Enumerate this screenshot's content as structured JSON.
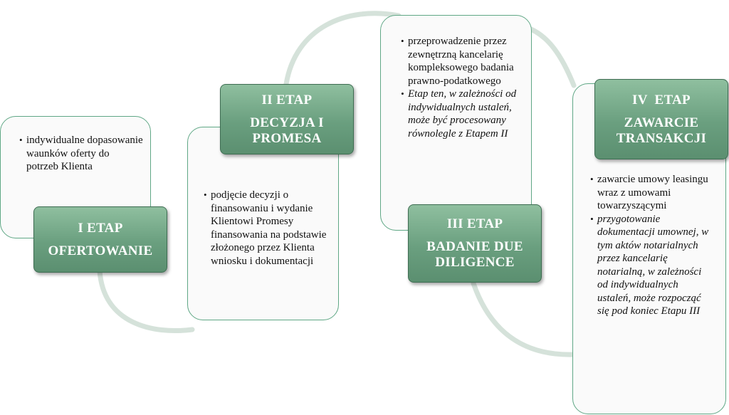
{
  "stages": [
    {
      "title": "I ETAP",
      "subtitle": [
        "OFERTOWANIE"
      ]
    },
    {
      "title": "II ETAP",
      "subtitle": [
        "DECYZJA I",
        "PROMESA"
      ]
    },
    {
      "title": "III ETAP",
      "subtitle": [
        "BADANIE DUE",
        "DILIGENCE"
      ]
    },
    {
      "title": "IV  ETAP",
      "subtitle": [
        "ZAWARCIE",
        "TRANSAKCJI"
      ]
    }
  ],
  "cards": [
    {
      "items": [
        {
          "text": "indywidualne dopasowanie waunków oferty do potrzeb Klienta",
          "italic": false
        }
      ]
    },
    {
      "items": [
        {
          "text": "podjęcie decyzji o finansowaniu i wydanie Klientowi Promesy finansowania na podstawie złożonego przez Klienta wniosku i dokumentacji",
          "italic": false
        }
      ]
    },
    {
      "items": [
        {
          "text": "przeprowadzenie przez zewnętrzną kancelarię kompleksowego badania prawno-podatkowego",
          "italic": false
        },
        {
          "text": "Etap ten, w zależności od indywidualnych ustaleń, może być procesowany równolegle z Etapem II",
          "italic": true
        }
      ]
    },
    {
      "items": [
        {
          "text": "zawarcie umowy leasingu wraz z umowami towarzyszącymi",
          "italic": false
        },
        {
          "text": "przygotowanie dokumentacji umownej, w tym aktów notarialnych przez kancelarię notarialną, w zależności od indywidualnych ustaleń, może rozpocząć się pod koniec Etapu III",
          "italic": true
        }
      ]
    }
  ],
  "colors": {
    "stage_fill": "#6a9f7f",
    "card_border": "#5fa785",
    "connector": "#d5e2da"
  }
}
